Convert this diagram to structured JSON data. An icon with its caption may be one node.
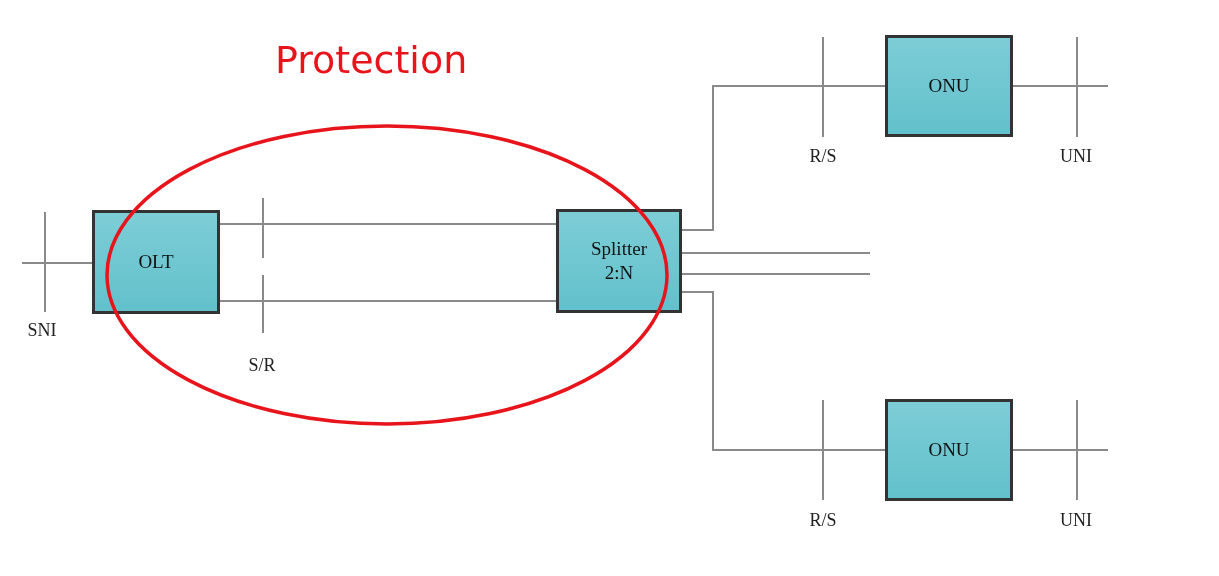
{
  "diagram": {
    "nodes": [
      {
        "text": [
          "OLT"
        ]
      },
      {
        "text": [
          "Splitter 2:N"
        ]
      },
      {
        "text": [
          "ONU"
        ]
      },
      {
        "text": [
          "ONU"
        ]
      }
    ],
    "edges": [
      {
        "from": null,
        "to": 0,
        "arrow": "none"
      },
      {
        "from": 0,
        "to": 1,
        "arrow": "none"
      },
      {
        "from": 0,
        "to": 1,
        "arrow": "none"
      },
      {
        "from": 1,
        "to": 2,
        "arrow": "none"
      },
      {
        "from": 1,
        "to": null,
        "arrow": "none"
      },
      {
        "from": 1,
        "to": null,
        "arrow": "none"
      },
      {
        "from": 1,
        "to": 3,
        "arrow": "none"
      },
      {
        "from": 2,
        "to": null,
        "arrow": "none"
      },
      {
        "from": 3,
        "to": null,
        "arrow": "none"
      }
    ],
    "labels": [
      "Protection",
      "R/S",
      "UNI",
      "SNI",
      "S/R",
      "R/S",
      "UNI"
    ]
  }
}
